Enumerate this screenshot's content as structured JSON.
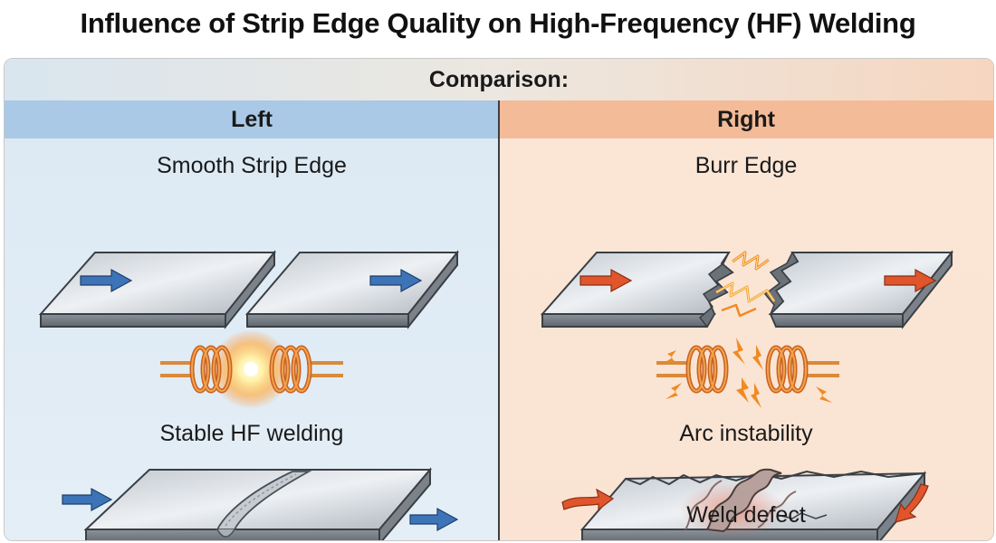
{
  "title": "Influence of Strip Edge Quality on High-Frequency (HF) Welding",
  "comparison_label": "Comparison:",
  "left": {
    "header": "Left",
    "subtitle": "Smooth Strip Edge",
    "process_label": "Stable HF welding",
    "accent_color": "#3d74b8"
  },
  "right": {
    "header": "Right",
    "subtitle": "Burr Edge",
    "process_label": "Arc instability",
    "result_label": "Weld defect",
    "accent_color": "#e0552c"
  },
  "icons": [
    "arrow-icon",
    "induction-coil-icon",
    "spark-icon",
    "metal-strip-icon",
    "weld-seam-icon"
  ]
}
